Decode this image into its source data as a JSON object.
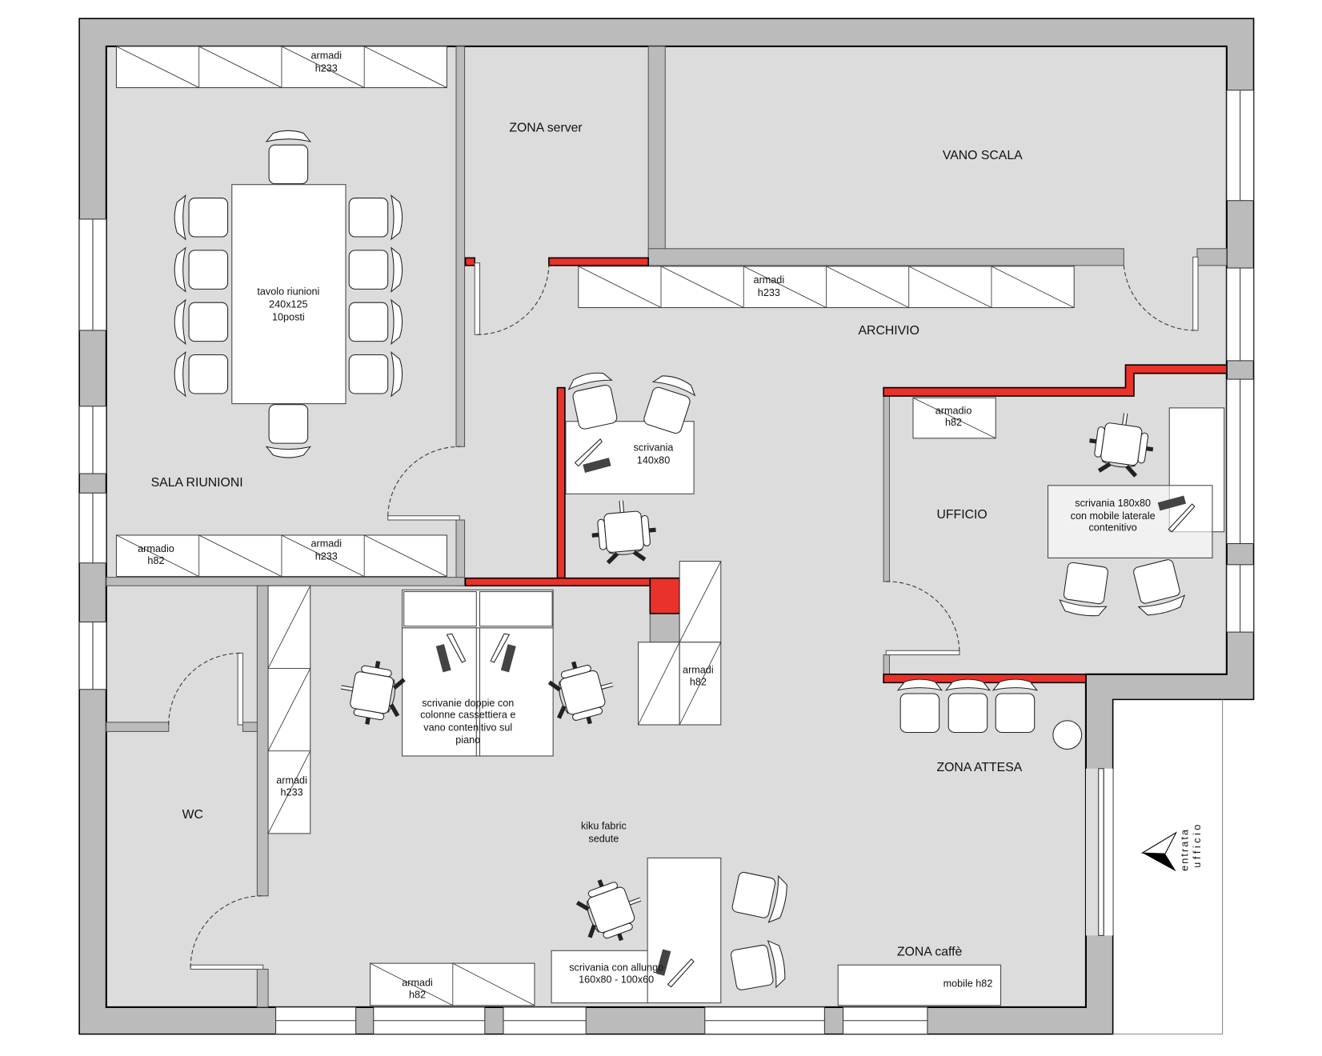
{
  "colors": {
    "floor": "#dcdcdc",
    "wall": "#bbbbbb",
    "new_wall": "#e8322a"
  },
  "rooms": {
    "sala_riunioni": "SALA RIUNIONI",
    "zona_server": "ZONA server",
    "vano_scala": "VANO SCALA",
    "archivio": "ARCHIVIO",
    "ufficio": "UFFICIO",
    "wc": "WC",
    "zona_attesa": "ZONA ATTESA",
    "zona_caffe": "ZONA caffè"
  },
  "furniture": {
    "armadi_sala_top": [
      "armadi",
      "h233"
    ],
    "tavolo": [
      "tavolo riunioni",
      "240x125",
      "10posti"
    ],
    "armadio_sala_bottom": [
      "armadio",
      "h82"
    ],
    "armadi_sala_bottom": [
      "armadi",
      "h233"
    ],
    "armadi_archivio": [
      "armadi",
      "h233"
    ],
    "scrivania_140": [
      "scrivania",
      "140x80"
    ],
    "armadio_ufficio": [
      "armadio",
      "h82"
    ],
    "scrivania_180": [
      "scrivania 180x80",
      "con mobile laterale",
      "contenitivo"
    ],
    "scrivanie_doppie": [
      "scrivanie doppie con",
      "colonne cassettiera e",
      "vano contenitivo sul",
      "piano"
    ],
    "armadi_center": [
      "armadi",
      "h82"
    ],
    "armadi_wc": [
      "armadi",
      "h233"
    ],
    "kiku": [
      "kiku fabric",
      "sedute"
    ],
    "scrivania_allungo": [
      "scrivania con allungo",
      "160x80 - 100x60"
    ],
    "mobile_caffe": "mobile h82",
    "armadi_bottom": [
      "armadi",
      "h82"
    ]
  },
  "entrance": [
    "entrata",
    "u f f i c i o"
  ],
  "icons": {
    "entrance": "entrance-arrow-icon",
    "chair": "chair-icon",
    "door": "door-swing-icon"
  }
}
